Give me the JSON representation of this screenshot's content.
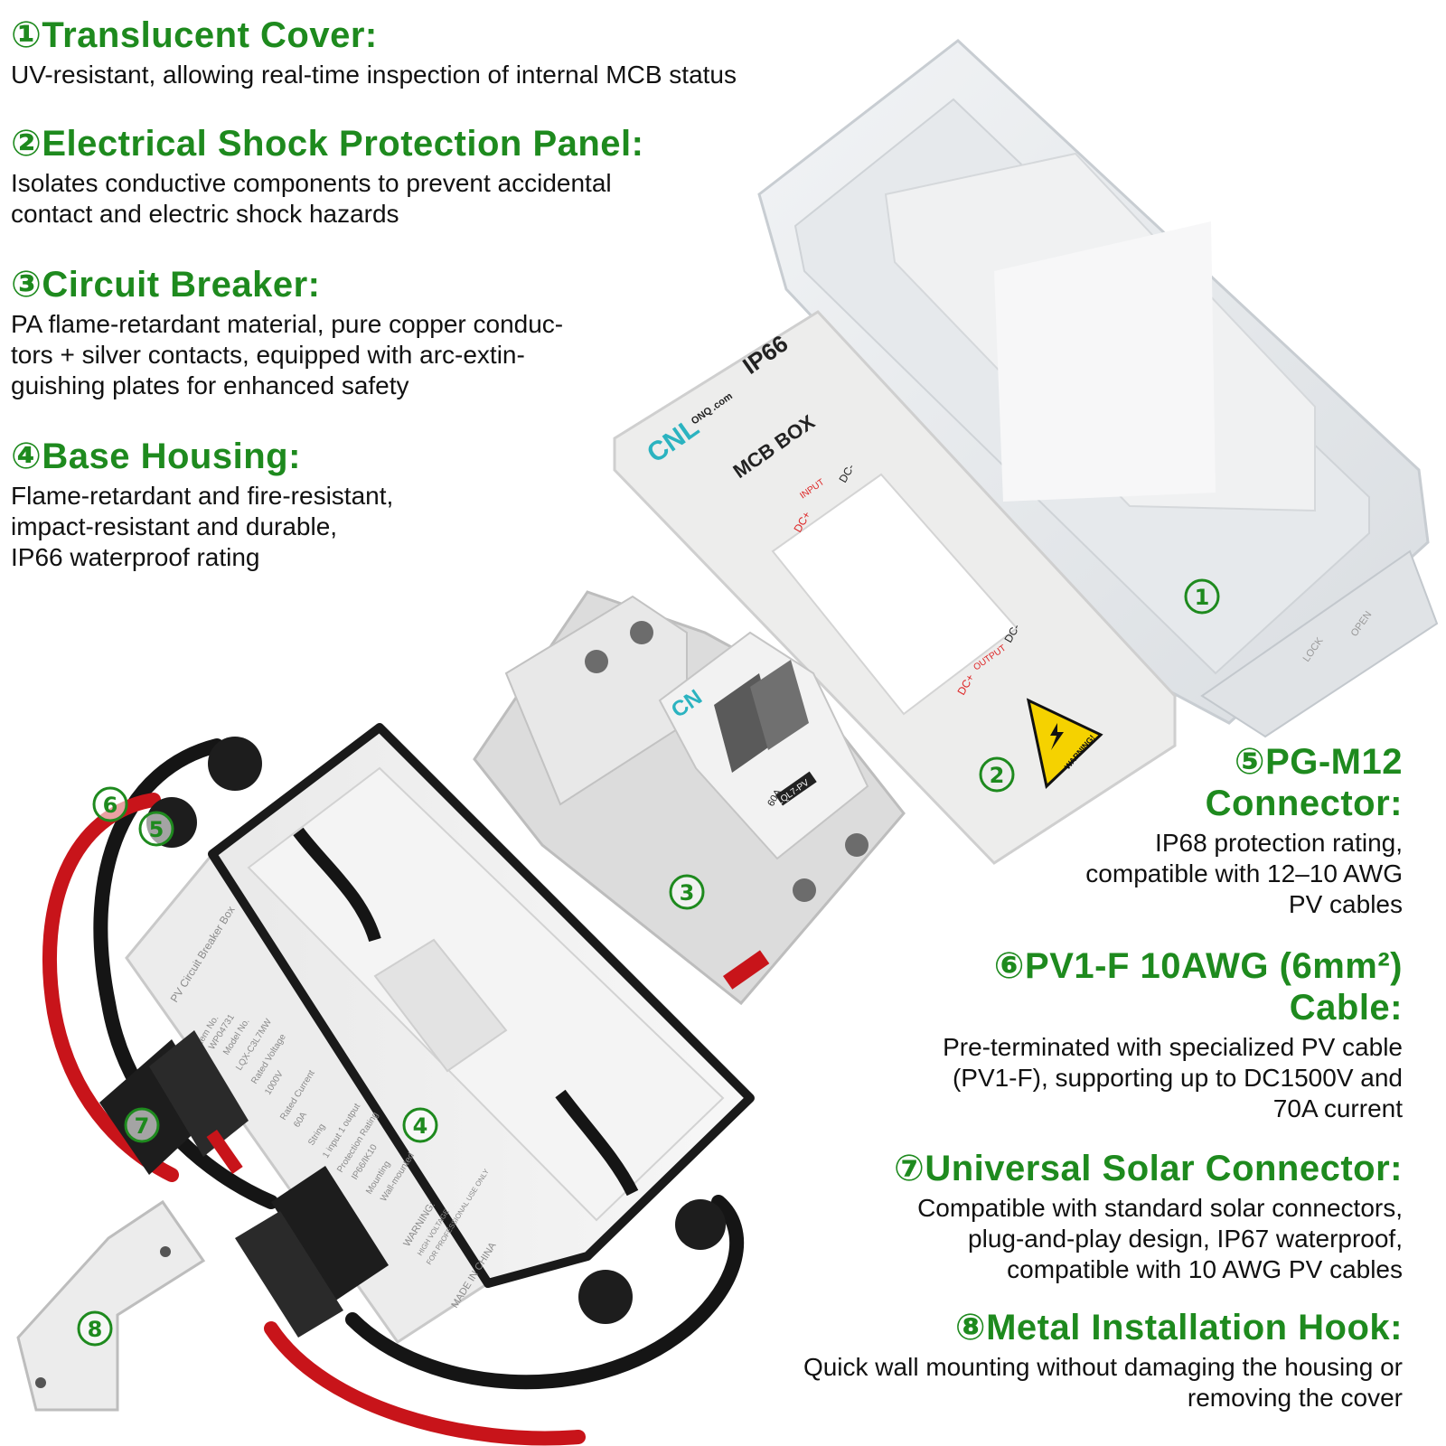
{
  "features": [
    {
      "num": "①",
      "title": "Translucent Cover:",
      "desc": "UV-resistant, allowing real-time inspection of internal MCB status"
    },
    {
      "num": "②",
      "title": "Electrical Shock Protection Panel:",
      "desc": "Isolates conductive components to prevent accidental\ncontact and electric shock hazards"
    },
    {
      "num": "③",
      "title": "Circuit Breaker:",
      "desc": "PA flame-retardant material, pure copper conduc-\ntors + silver contacts, equipped with arc-extin-\nguishing plates for enhanced safety"
    },
    {
      "num": "④",
      "title": "Base Housing:",
      "desc": "Flame-retardant and fire-resistant,\nimpact-resistant and durable,\nIP66 waterproof rating"
    },
    {
      "num": "⑤",
      "title": "PG-M12\nConnector:",
      "desc": "IP68 protection rating,\ncompatible with 12–10 AWG\nPV cables"
    },
    {
      "num": "⑥",
      "title": "PV1-F 10AWG (6mm²)\nCable:",
      "desc": "Pre-terminated with specialized PV cable\n(PV1-F), supporting up to DC1500V and\n70A current"
    },
    {
      "num": "⑦",
      "title": "Universal Solar Connector:",
      "desc": "Compatible with standard solar connectors,\nplug-and-play design, IP67 waterproof,\ncompatible with 10 AWG PV cables"
    },
    {
      "num": "⑧",
      "title": "Metal Installation Hook:",
      "desc": "Quick wall mounting without damaging the housing or\nremoving the cover"
    }
  ],
  "callouts": [
    "1",
    "2",
    "3",
    "4",
    "5",
    "6",
    "7",
    "8"
  ],
  "panel": {
    "rating": "IP66",
    "brand_cn": "CN",
    "brand_l": "L",
    "brand_onq": "ONQ",
    "brand_com": ".com",
    "title": "MCB BOX",
    "input_label": "INPUT",
    "output_label": "OUTPUT",
    "dc_minus": "DC-",
    "dc_plus": "DC+",
    "warning": "WARNING!"
  },
  "breaker": {
    "brand": "CN",
    "current": "60A",
    "model": "LQL7-PV"
  },
  "housing_label": {
    "title": "PV Circuit Breaker Box",
    "lines": [
      "Item No.",
      "WP04731",
      "Model No.",
      "LQX-C3L7MW",
      "Rated Voltage",
      "1000V",
      "Rated Current",
      "60A",
      "String",
      "1 input 1 output",
      "Protection Rating",
      "IP66/IK10",
      "Mounting",
      "Wall-mounted"
    ],
    "warning": "WARNING:",
    "warning_sub": "HIGH VOLTAGE",
    "warning_sub2": "FOR PROFESSIONAL USE ONLY",
    "made_in": "MADE IN CHINA"
  },
  "colors": {
    "accent": "#1e8a1e",
    "cable_red": "#c8141a",
    "cable_black": "#151515",
    "warning_yellow": "#f5d200",
    "brand_teal": "#2bb3c0"
  }
}
